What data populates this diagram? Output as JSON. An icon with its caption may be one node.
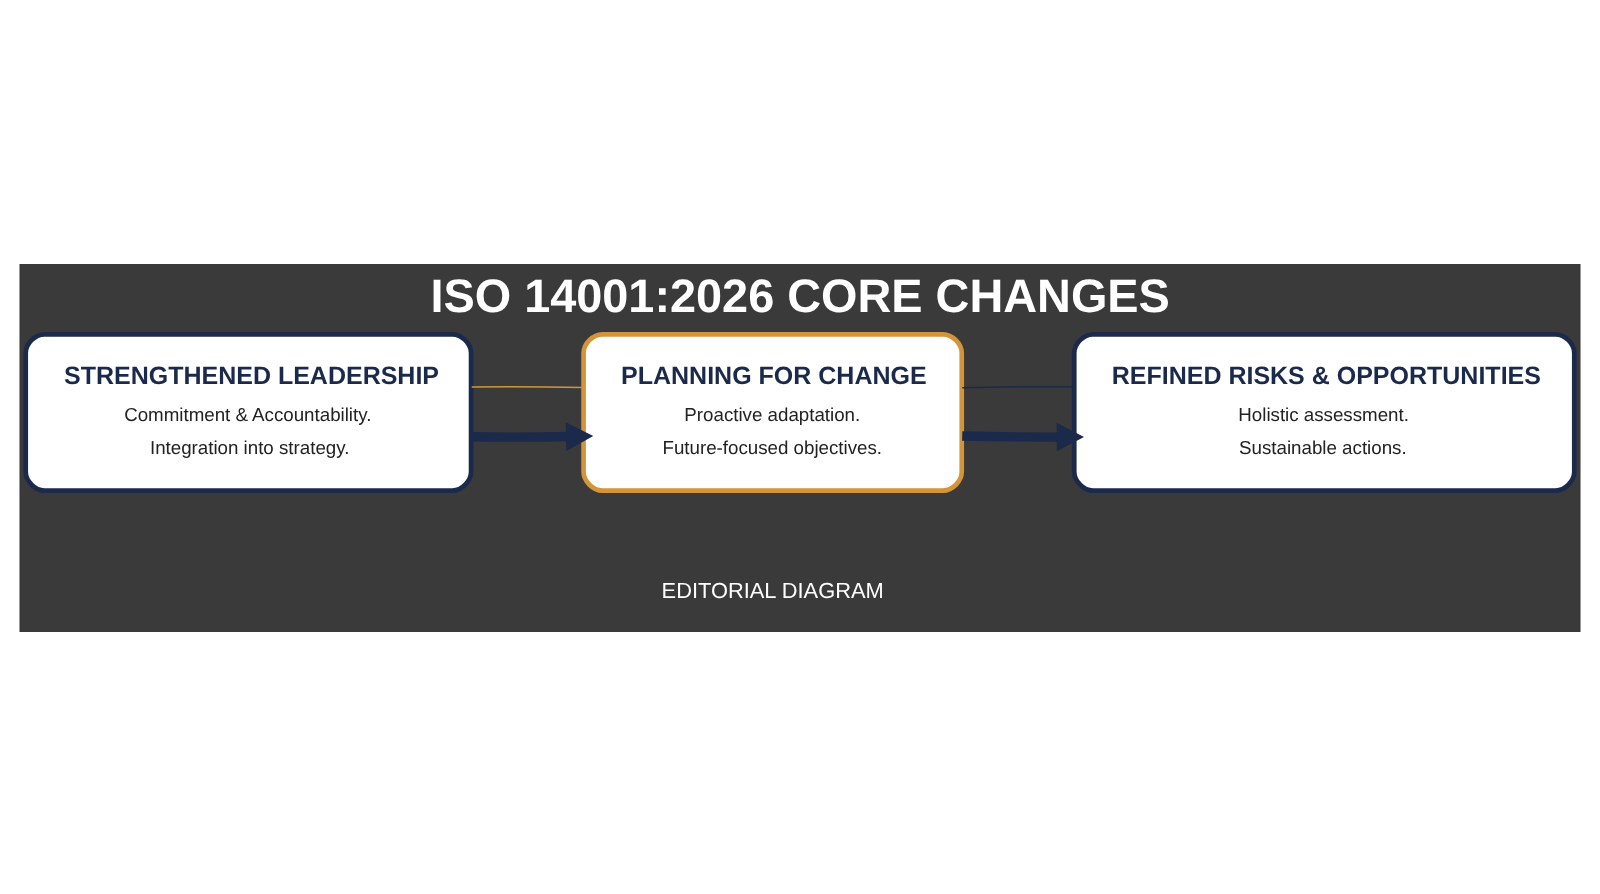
{
  "diagram": {
    "title": "ISO 14001:2026 CORE CHANGES",
    "caption": "EDITORIAL DIAGRAM",
    "nodes": [
      {
        "text": [
          "STRENGTHENED LEADERSHIP",
          "Commitment & Accountability.",
          "Integration into strategy."
        ]
      },
      {
        "text": [
          "PLANNING FOR CHANGE",
          "Proactive adaptation.",
          "Future-focused objectives."
        ]
      },
      {
        "text": [
          "REFINED RISKS & OPPORTUNITIES",
          "Holistic assessment.",
          "Sustainable actions."
        ]
      }
    ],
    "edges": [
      {
        "from": 0,
        "to": 1,
        "arrow": "to",
        "style": "thick"
      },
      {
        "from": 1,
        "to": 2,
        "arrow": "to",
        "style": "thick"
      },
      {
        "from": 0,
        "to": 1,
        "arrow": "none",
        "color": "#d4953a"
      },
      {
        "from": 1,
        "to": 2,
        "arrow": "none"
      }
    ]
  }
}
